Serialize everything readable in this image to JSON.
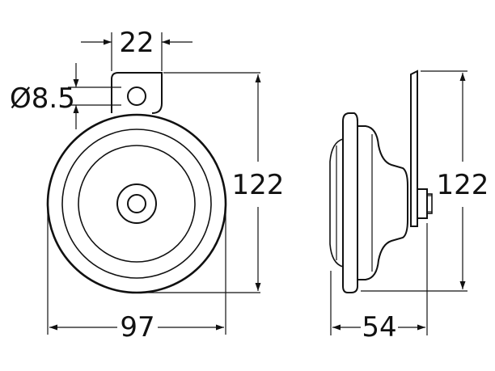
{
  "drawing": {
    "front_view": {
      "bracket_width": "22",
      "hole_diameter": "Ø8.5",
      "height": "122",
      "width": "97"
    },
    "side_view": {
      "height": "122",
      "depth": "54"
    }
  },
  "colors": {
    "line": "#111111",
    "background": "#ffffff"
  }
}
